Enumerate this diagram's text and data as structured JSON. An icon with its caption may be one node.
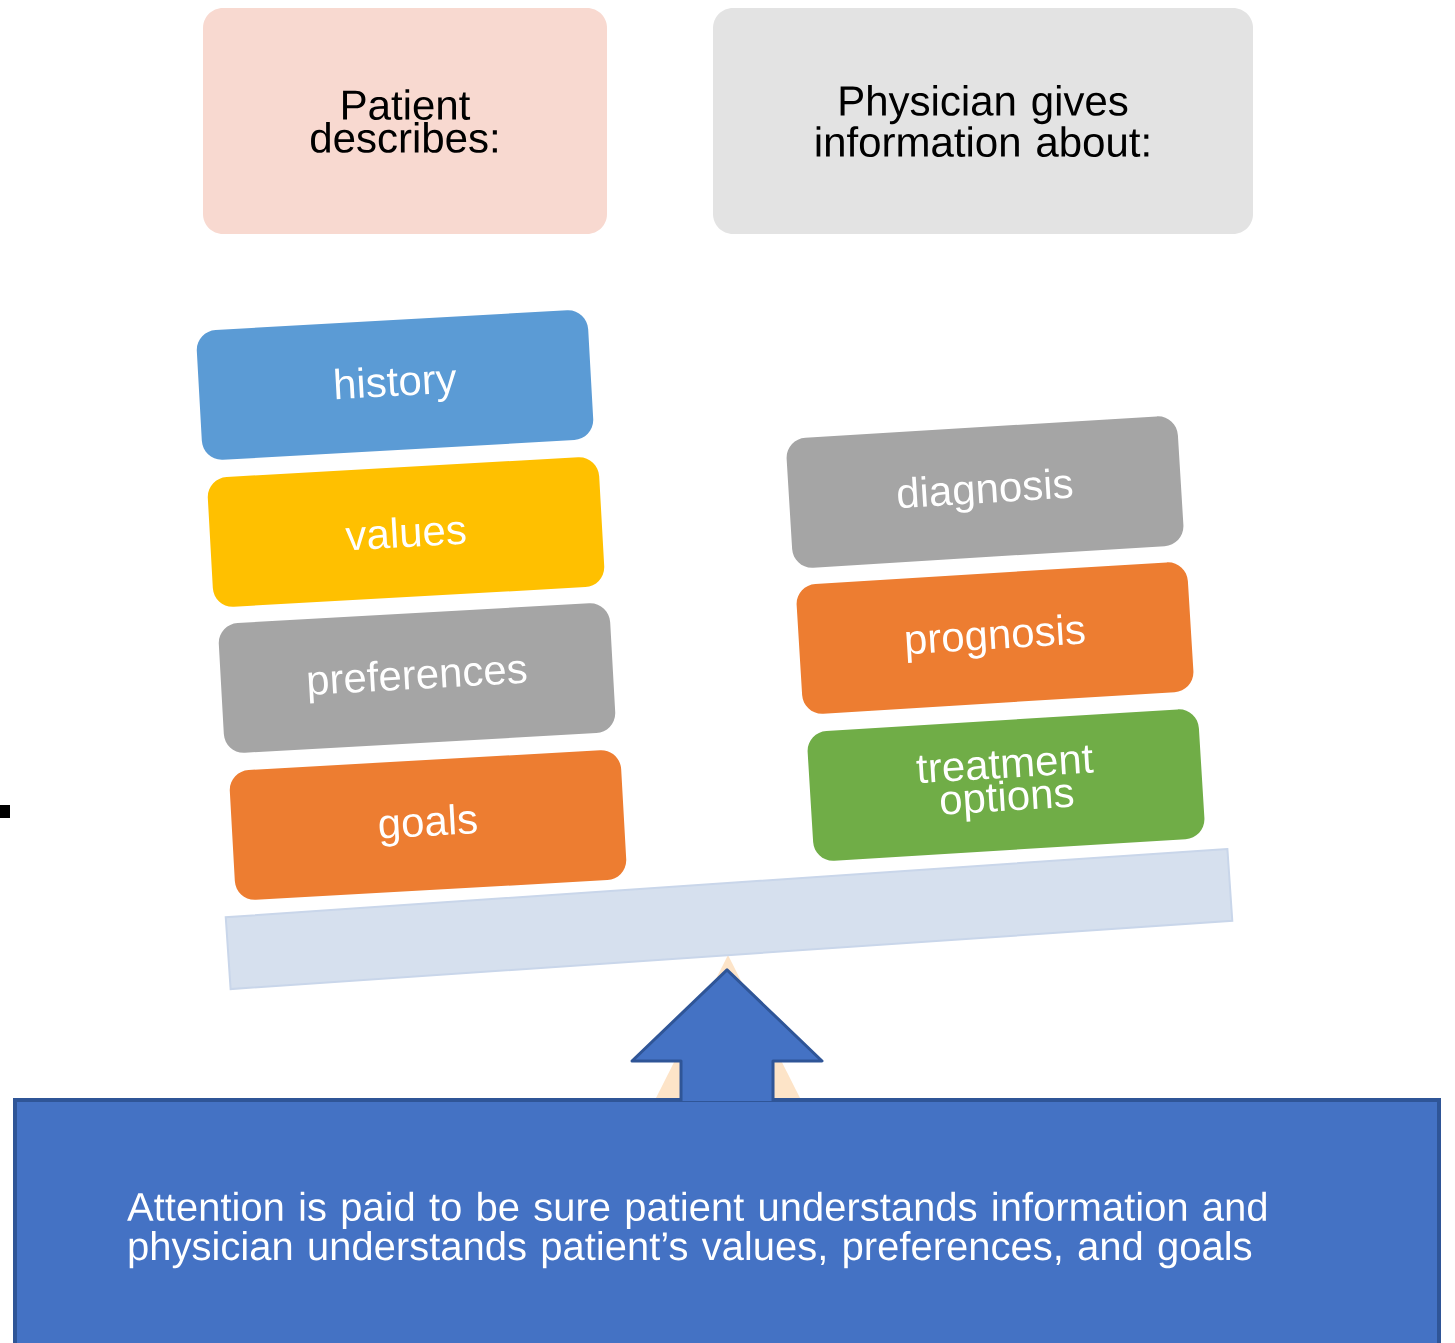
{
  "diagram": {
    "nodes": [
      {
        "text": [
          "Patient describes:"
        ]
      },
      {
        "text": [
          "Physician gives information about:"
        ]
      },
      {
        "text": [
          "history"
        ]
      },
      {
        "text": [
          "values"
        ]
      },
      {
        "text": [
          "preferences"
        ]
      },
      {
        "text": [
          "goals"
        ]
      },
      {
        "text": [
          "diagnosis"
        ]
      },
      {
        "text": [
          "prognosis"
        ]
      },
      {
        "text": [
          "treatment options"
        ]
      },
      {
        "text": [],
        "shape": "bar"
      },
      {
        "text": [
          "Attention is paid to be sure patient understands information and physician understands patient’s values, preferences, and goals"
        ]
      }
    ],
    "edges": [
      {
        "from": 10,
        "to": 9,
        "arrow": "to"
      }
    ]
  }
}
